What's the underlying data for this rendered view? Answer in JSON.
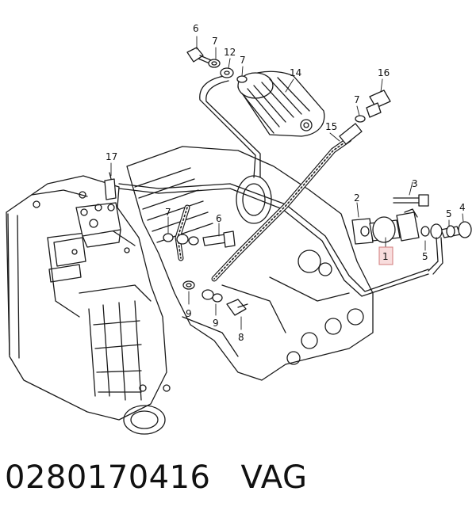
{
  "diagram": {
    "callouts": [
      "1",
      "2",
      "3",
      "4",
      "5",
      "5",
      "6",
      "6",
      "7",
      "7",
      "7",
      "7",
      "8",
      "9",
      "9",
      "12",
      "14",
      "15",
      "16",
      "17"
    ],
    "highlighted_callout": "1"
  },
  "footer": {
    "part_number": "0280170416",
    "brand": "VAG"
  },
  "colors": {
    "line": "#1a1a1a",
    "highlight_fill": "#f3c1c1",
    "highlight_stroke": "#d27c7c"
  }
}
